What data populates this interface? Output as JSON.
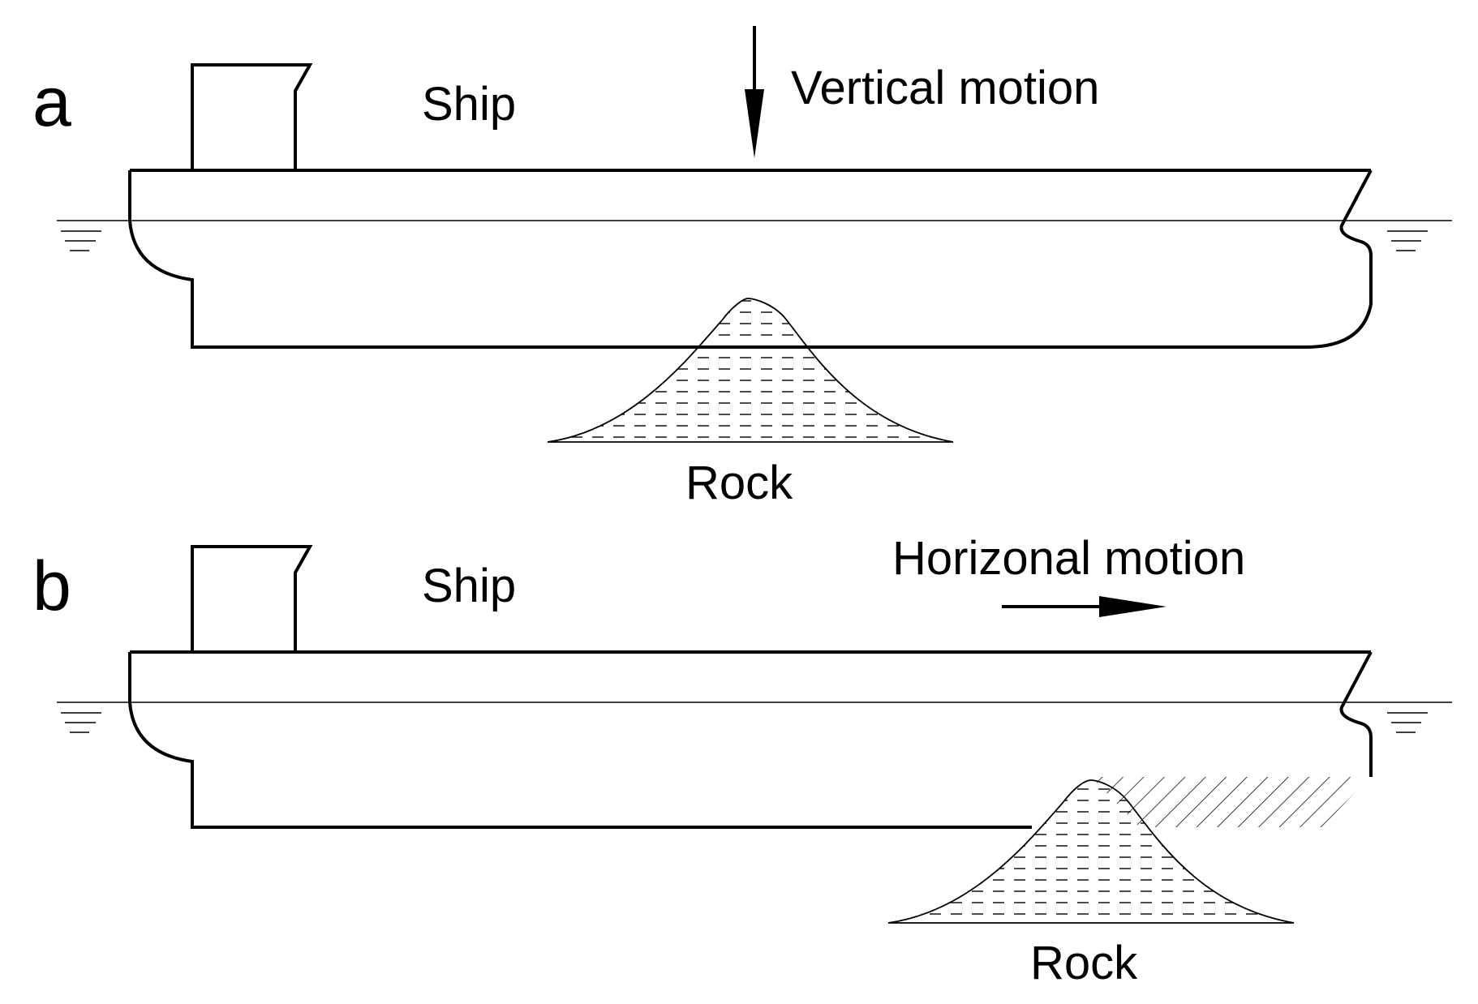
{
  "panels": [
    {
      "letter": "a",
      "ship_label": "Ship",
      "motion_label": "Vertical motion",
      "rock_label": "Rock"
    },
    {
      "letter": "b",
      "ship_label": "Ship",
      "motion_label": "Horizonal motion",
      "rock_label": "Rock"
    }
  ]
}
